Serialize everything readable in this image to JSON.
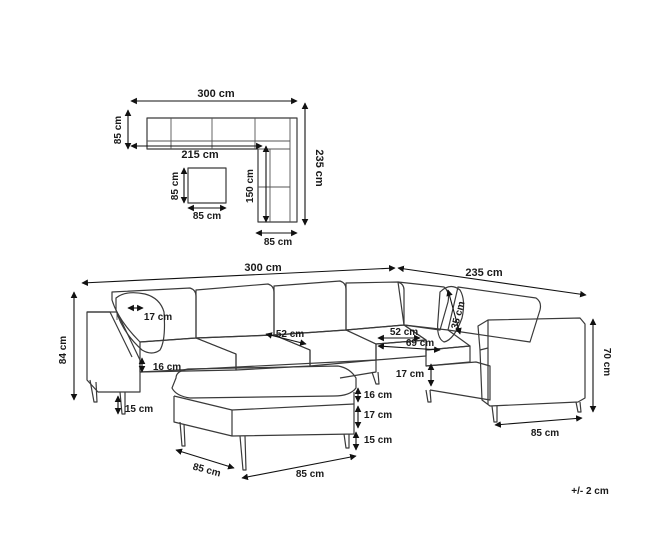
{
  "plan": {
    "top_width": "300 cm",
    "depth": "85 cm",
    "inner_width": "215 cm",
    "total_length": "235 cm",
    "chaise_inner": "150 cm",
    "chaise_width": "85 cm",
    "ottoman_height": "85 cm",
    "ottoman_width": "85 cm"
  },
  "elevation": {
    "width": "300 cm",
    "length": "235 cm",
    "height": "84 cm",
    "height_right": "70 cm",
    "armrest": "17 cm",
    "seat_depth_left": "52 cm",
    "seat_depth_right": "52 cm",
    "back_depth": "35 cm",
    "seat_width": "69 cm",
    "seat_thickness": "16 cm",
    "leg_height_left": "15 cm",
    "leg_height_right": "17 cm",
    "depth_right": "85 cm"
  },
  "ottoman": {
    "cushion": "16 cm",
    "base": "17 cm",
    "legs": "15 cm",
    "depth": "85 cm",
    "width": "85 cm"
  },
  "tolerance": "+/- 2 cm"
}
